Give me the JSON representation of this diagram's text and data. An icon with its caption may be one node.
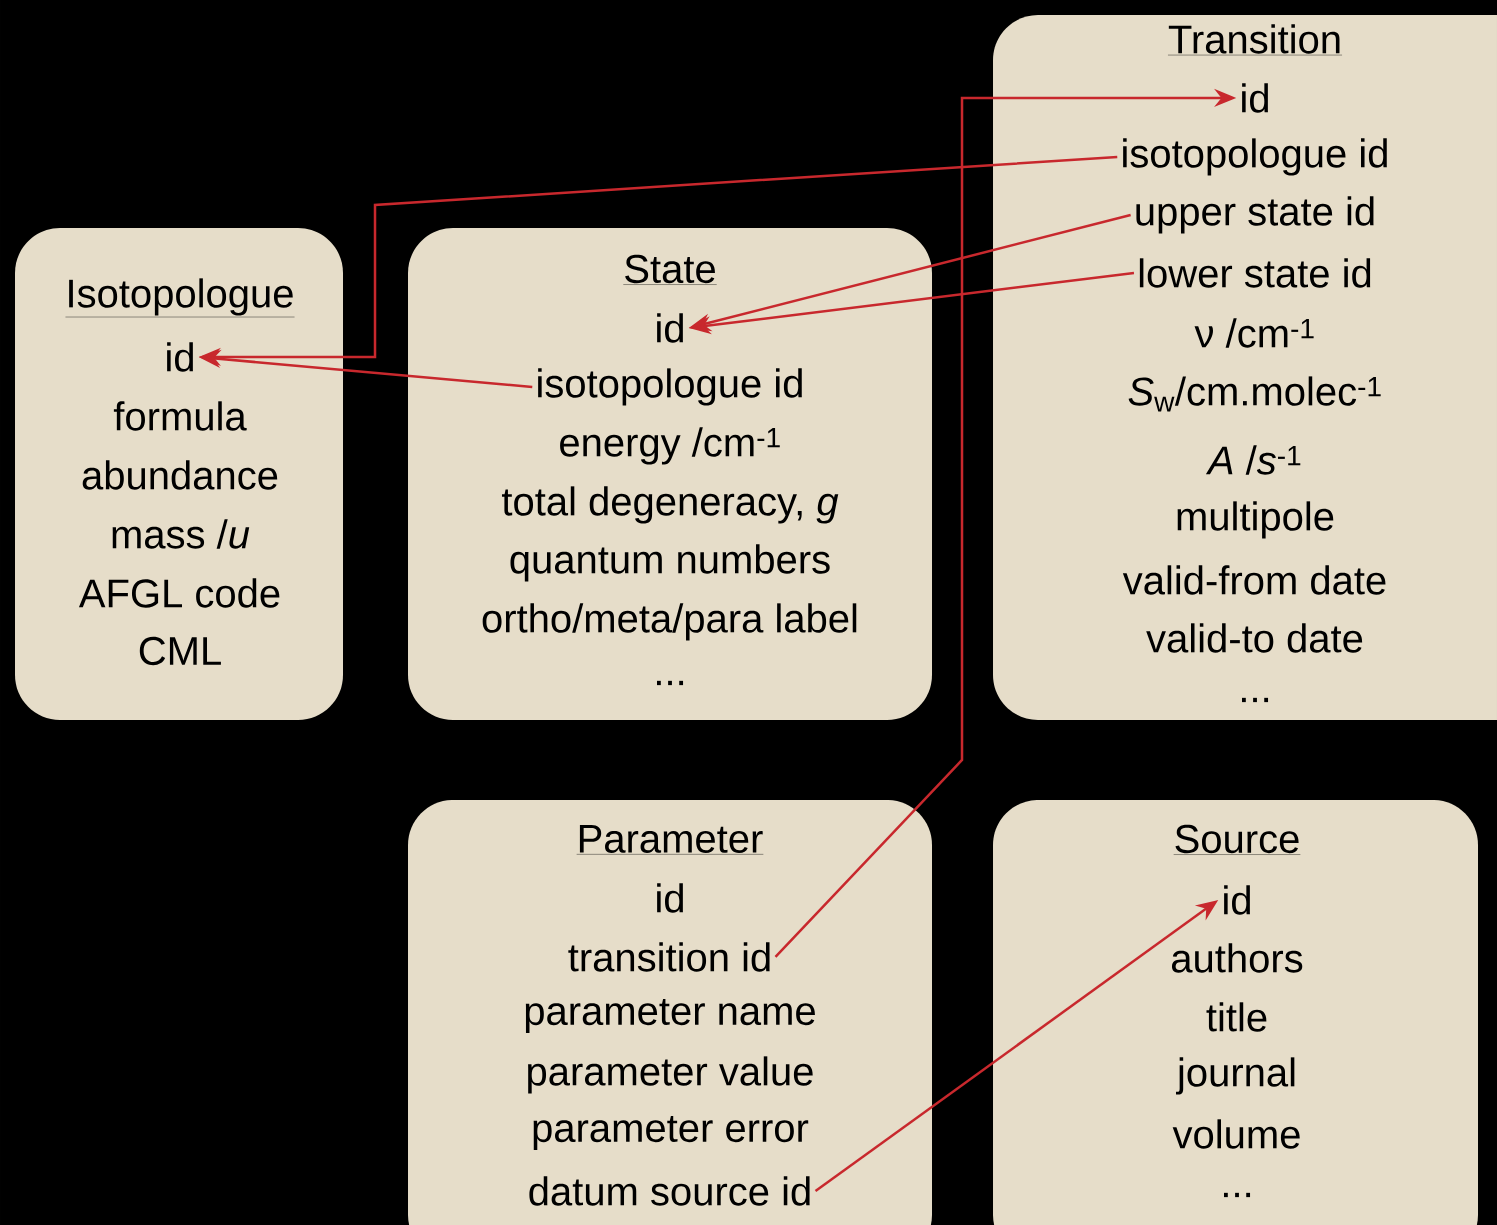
{
  "diagram": {
    "nodes": [
      {
        "text": [
          "Isotopologue"
        ]
      },
      {
        "text": [
          "id"
        ],
        "in": 0
      },
      {
        "text": [
          "formula"
        ],
        "in": 0
      },
      {
        "text": [
          "abundance"
        ],
        "in": 0
      },
      {
        "text": [
          "mass /*u*"
        ],
        "in": 0
      },
      {
        "text": [
          "AFGL code"
        ],
        "in": 0
      },
      {
        "text": [
          "CML"
        ],
        "in": 0
      },
      {
        "text": [
          "State"
        ]
      },
      {
        "text": [
          "id"
        ],
        "in": 7
      },
      {
        "text": [
          "isotopologue id"
        ],
        "in": 7
      },
      {
        "text": [
          "energy /cm$^{-1}$"
        ],
        "in": 7
      },
      {
        "text": [
          "total degeneracy, *g*"
        ],
        "in": 7
      },
      {
        "text": [
          "quantum numbers"
        ],
        "in": 7
      },
      {
        "text": [
          "ortho/meta/para label"
        ],
        "in": 7
      },
      {
        "text": [
          "..."
        ],
        "in": 7
      },
      {
        "text": [
          "Transition"
        ]
      },
      {
        "text": [
          "id"
        ],
        "in": 15
      },
      {
        "text": [
          "isotopologue id"
        ],
        "in": 15
      },
      {
        "text": [
          "upper state id"
        ],
        "in": 15
      },
      {
        "text": [
          "lower state id"
        ],
        "in": 15
      },
      {
        "text": [
          "ν /cm$^{-1}$"
        ],
        "in": 15
      },
      {
        "text": [
          "*S*$_{w}$/cm.molec$^{-1}$"
        ],
        "in": 15
      },
      {
        "text": [
          "*A* /*s*$^{-1}$"
        ],
        "in": 15
      },
      {
        "text": [
          "multipole"
        ],
        "in": 15
      },
      {
        "text": [
          "valid-from date"
        ],
        "in": 15
      },
      {
        "text": [
          "valid-to date"
        ],
        "in": 15
      },
      {
        "text": [
          "..."
        ],
        "in": 15
      },
      {
        "text": [
          "Parameter"
        ]
      },
      {
        "text": [
          "id"
        ],
        "in": 27
      },
      {
        "text": [
          "transition id"
        ],
        "in": 27
      },
      {
        "text": [
          "parameter name"
        ],
        "in": 27
      },
      {
        "text": [
          "parameter value"
        ],
        "in": 27
      },
      {
        "text": [
          "parameter error"
        ],
        "in": 27
      },
      {
        "text": [
          "datum source id"
        ],
        "in": 27
      },
      {
        "text": [
          "Source"
        ]
      },
      {
        "text": [
          "id"
        ],
        "in": 34
      },
      {
        "text": [
          "authors"
        ],
        "in": 34
      },
      {
        "text": [
          "title"
        ],
        "in": 34
      },
      {
        "text": [
          "journal"
        ],
        "in": 34
      },
      {
        "text": [
          "volume"
        ],
        "in": 34
      },
      {
        "text": [
          "..."
        ],
        "in": 34
      }
    ],
    "edges": [
      {
        "from": 9,
        "to": 1,
        "arrow": "to"
      },
      {
        "from": 17,
        "to": 1,
        "arrow": "to"
      },
      {
        "from": 18,
        "to": 8,
        "arrow": "to"
      },
      {
        "from": 19,
        "to": 8,
        "arrow": "to"
      },
      {
        "from": 29,
        "to": 16,
        "arrow": "to"
      },
      {
        "from": 33,
        "to": 35,
        "arrow": "to"
      }
    ]
  }
}
